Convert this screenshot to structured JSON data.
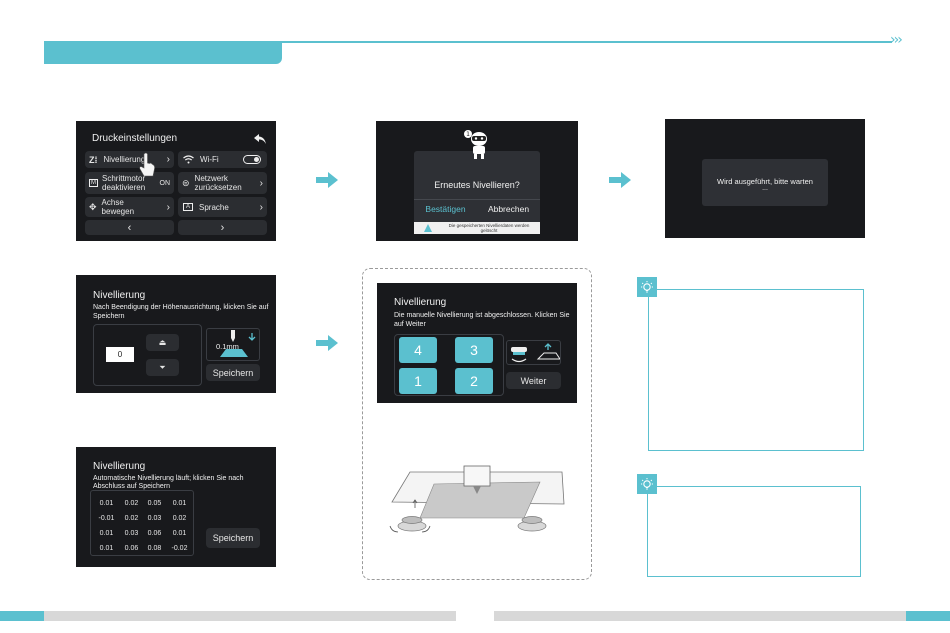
{
  "screen1": {
    "title": "Druckeinstellungen",
    "items": [
      {
        "label": "Nivellierung"
      },
      {
        "label": "Wi-Fi"
      },
      {
        "label": "Schrittmotor deaktivieren",
        "value": "ON"
      },
      {
        "label": "Netzwerk zurücksetzen"
      },
      {
        "label": "Achse bewegen"
      },
      {
        "label": "Sprache"
      }
    ]
  },
  "screen2": {
    "title": "Erneutes Nivellieren?",
    "confirm": "Bestätigen",
    "cancel": "Abbrechen",
    "warning": "Die gespeicherten Nivellierdaten werden gelöscht"
  },
  "screen3": {
    "message": "Wird ausgeführt, bitte warten",
    "dots": "..."
  },
  "screen4": {
    "title": "Nivellierung",
    "subtitle": "Nach Beendigung der Höhenausrichtung, klicken Sie auf Speichern",
    "value": "0",
    "step": "0.1mm",
    "save": "Speichern"
  },
  "screen5": {
    "title": "Nivellierung",
    "subtitle": "Automatische Nivellierung läuft; klicken Sie nach Abschluss auf Speichern",
    "grid": [
      [
        "0.01",
        "0.02",
        "0.05",
        "0.01"
      ],
      [
        "-0.01",
        "0.02",
        "0.03",
        "0.02"
      ],
      [
        "0.01",
        "0.03",
        "0.06",
        "0.01"
      ],
      [
        "0.01",
        "0.06",
        "0.08",
        "-0.02"
      ]
    ],
    "save": "Speichern"
  },
  "screen6": {
    "title": "Nivellierung",
    "subtitle": "Die manuelle Nivellierung ist abgeschlossen. Klicken Sie auf Weiter",
    "corners": [
      "4",
      "3",
      "1",
      "2"
    ],
    "next": "Weiter"
  },
  "colors": {
    "accent": "#5bc0cf",
    "screen_bg": "#18191c",
    "button_bg": "#2b2d31"
  }
}
